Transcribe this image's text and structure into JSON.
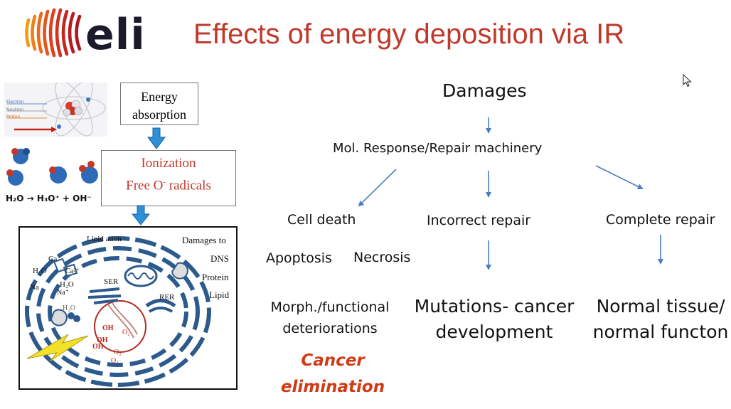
{
  "header": {
    "logo_text": "eli",
    "title": "Effects of energy deposition via IR"
  },
  "atom_labels": [
    "Electron",
    "Neutron",
    "Proton"
  ],
  "left_panel": {
    "energy_absorption": "Energy absorption",
    "ionization": "Ionization",
    "free_radicals_pre": "Free O",
    "free_radicals_sup": "-",
    "free_radicals_post": " radicals",
    "equation": "H₂O → H₃O⁺ + OH⁻",
    "cell_labels": {
      "damages_to": "Damages to",
      "dns": "DNS",
      "protein": "Protein",
      "lipid": "Lipid",
      "lipid_ation": "Lipid ation",
      "ser": "SER",
      "rer": "RER",
      "h2o_1": "H₂O",
      "h2o_2": "H₂O",
      "h2o_3": "H₂O",
      "na_1": "Na",
      "na_2": "Na⁺",
      "ca": "Ca²⁺",
      "ca_top": "Ca",
      "oh_1": "OH",
      "oh_2": "OH",
      "oh_3": "OH",
      "o2_1": "O₂",
      "o2_2": "O₂",
      "o2_3": "O₂"
    }
  },
  "flow": {
    "damages": "Damages",
    "mol_response": "Mol. Response/Repair machinery",
    "cell_death": "Cell death",
    "incorrect_repair": "Incorrect repair",
    "complete_repair": "Complete repair",
    "apoptosis": "Apoptosis",
    "necrosis": "Necrosis",
    "morph_line1": "Morph./functional",
    "morph_line2": "deteriorations",
    "mutations_line1": "Mutations- cancer",
    "mutations_line2": "development",
    "normal_line1": "Normal tissue/",
    "normal_line2": "normal functon",
    "cancer_line1": "Cancer",
    "cancer_line2": "elimination"
  },
  "colors": {
    "title": "#c0392b",
    "arrow": "#4a7dc0",
    "cell": "#2c5a8c",
    "down_arrow": "#2f8fd8"
  }
}
